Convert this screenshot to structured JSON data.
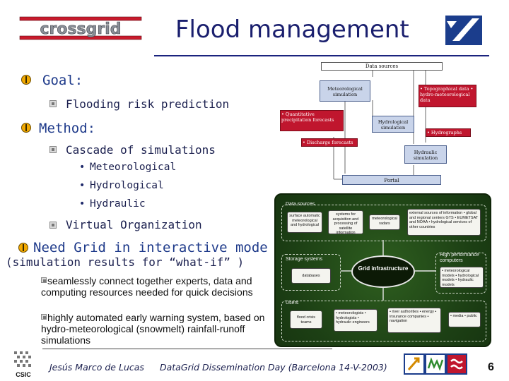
{
  "header": {
    "title": "Flood management",
    "logo_text": "crossgrid"
  },
  "content": {
    "goal_label": "Goal:",
    "goal_items": [
      "Flooding risk prediction"
    ],
    "method_label": "Method:",
    "method_item": "Cascade of simulations",
    "method_subitems": [
      "Meteorological",
      "Hydrological",
      "Hydraulic"
    ],
    "method_item2": "Virtual Organization",
    "grid_label": "Need Grid in interactive mode",
    "grid_sub": "(simulation results for “what-if” )",
    "grid_points": [
      "seamlessly connect together experts, data and computing resources needed for quick decisions",
      "highly automated early warning system, based on hydro-meteorological (snowmelt) rainfall-runoff simulations"
    ]
  },
  "diagram_top": {
    "title": "Data sources",
    "meteo": "Meteorological simulation",
    "hydro": "Hydrological simulation",
    "hydraulic": "Hydraulic simulation",
    "portal": "Portal",
    "topo": "• Topographical data • hydro-meteorological data",
    "precip": "• Quantitative precipitation forecasts",
    "hydrographs": "• Hydrographs",
    "discharge": "• Discharge forecasts"
  },
  "diagram_bottom": {
    "data_sources": "Data sources",
    "storage": "Storage systems",
    "databases": "databases",
    "grid": "Grid infrastructure",
    "hpc": "High performance computers",
    "users": "Users",
    "surface": "surface automatic meteorological and hydrological",
    "systems_acq": "systems for acquisition and processing of satellite information",
    "met_radars": "meteorological radars",
    "external": "external sources of information • global and regional centers GTS • EUMETSAT and NOAA • hydrological services of other countries",
    "models": "• meteorological models • hydrological models • hydraulic models",
    "flood_crisis": "flood crisis teams",
    "experts": "• meteorologists • hydrologists • hydraulic engineers",
    "river_auth": "• river authorities • energy • insurance companies • navigation",
    "media": "• media • public"
  },
  "footer": {
    "author": "Jesús Marco de Lucas",
    "event": "DataGrid Dissemination Day (Barcelona 14-V-2003)",
    "page": "6",
    "csic": "CSIC"
  },
  "colors": {
    "title": "#1a1f6e",
    "accent_red": "#c0162e",
    "diagram_green": "#1c3f14",
    "bullet": "#f2a900"
  }
}
